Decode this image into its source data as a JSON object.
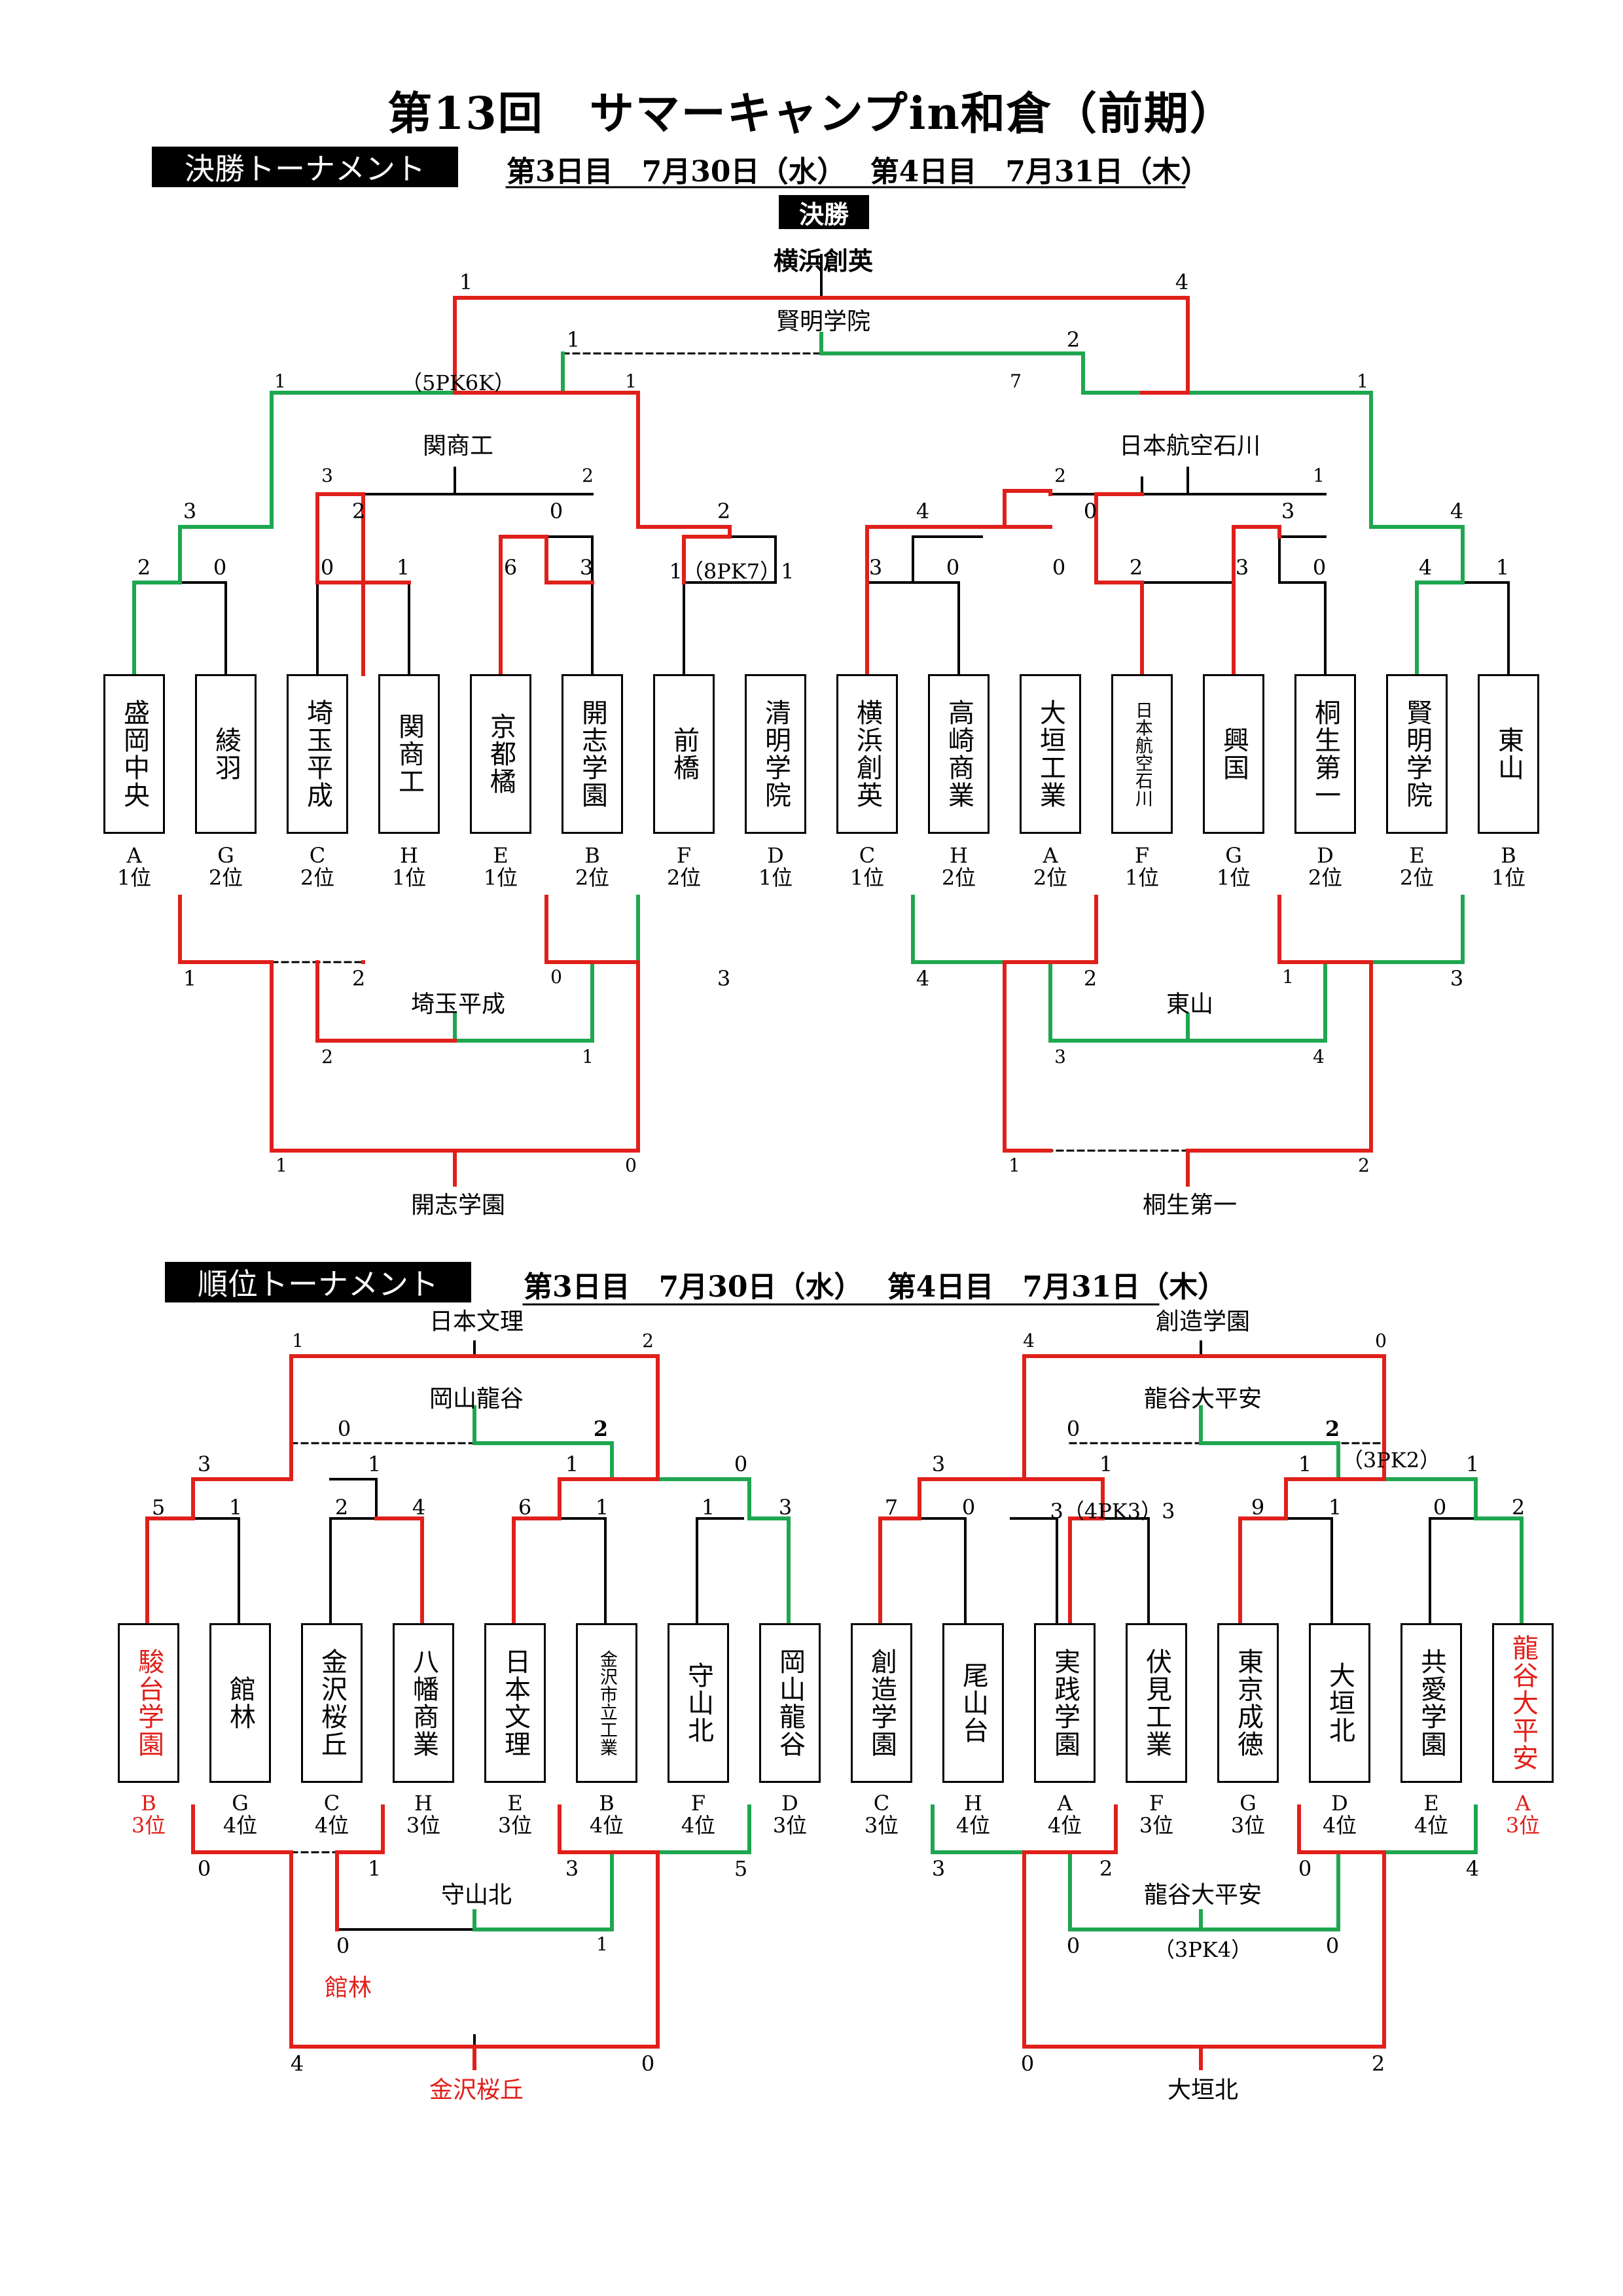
{
  "title": "第13回　サマーキャンプin和倉（前期）",
  "finals": {
    "label": "決勝トーナメント",
    "dates": "第3日目　7月30日（水）　 第4日目　7月31日（木）",
    "final_label": "決勝",
    "teams": [
      {
        "name": "盛岡中央",
        "seed": [
          "A",
          "1位"
        ]
      },
      {
        "name": "綾羽",
        "seed": [
          "G",
          "2位"
        ]
      },
      {
        "name": "埼玉平成",
        "seed": [
          "C",
          "2位"
        ]
      },
      {
        "name": "関商工",
        "seed": [
          "H",
          "1位"
        ]
      },
      {
        "name": "京都橘",
        "seed": [
          "E",
          "1位"
        ]
      },
      {
        "name": "開志学園",
        "seed": [
          "B",
          "2位"
        ]
      },
      {
        "name": "前橋",
        "seed": [
          "F",
          "2位"
        ]
      },
      {
        "name": "清明学院",
        "seed": [
          "D",
          "1位"
        ]
      },
      {
        "name": "横浜創英",
        "seed": [
          "C",
          "1位"
        ]
      },
      {
        "name": "高崎商業",
        "seed": [
          "H",
          "2位"
        ]
      },
      {
        "name": "大垣工業",
        "seed": [
          "A",
          "2位"
        ]
      },
      {
        "name": "日本航空石川",
        "seed": [
          "F",
          "1位"
        ]
      },
      {
        "name": "興国",
        "seed": [
          "G",
          "1位"
        ]
      },
      {
        "name": "桐生第一",
        "seed": [
          "D",
          "2位"
        ]
      },
      {
        "name": "賢明学院",
        "seed": [
          "E",
          "2位"
        ]
      },
      {
        "name": "東山",
        "seed": [
          "B",
          "1位"
        ]
      }
    ],
    "scores_r1": [
      "2",
      "0",
      "0",
      "1",
      "6",
      "3",
      "1（8PK7）1",
      "3",
      "0",
      "0",
      "2",
      "3",
      "0",
      "4",
      "1"
    ],
    "scores_r2": [
      "3",
      "2",
      "0",
      "2",
      "4",
      "0",
      "3",
      "4"
    ],
    "scores_r2_sub": [
      "3",
      "2",
      "2",
      "1"
    ],
    "scores_qf": [
      "1",
      "（5PK6K）",
      "1",
      "7",
      "1"
    ],
    "winners": {
      "semi_left": "関商工",
      "semi_right": "日本航空石川",
      "third_place": "賢明学院",
      "champion": "横浜創英",
      "consol_left_1": "埼玉平成",
      "consol_left_2": "開志学園",
      "consol_right_1": "東山",
      "consol_right_2": "桐生第一"
    },
    "scores_top": [
      "1",
      "4",
      "1",
      "2"
    ],
    "scores_consol": [
      "1",
      "2",
      "0",
      "3",
      "2",
      "1",
      "1",
      "0",
      "4",
      "2",
      "1",
      "3",
      "3",
      "4",
      "1",
      "2"
    ]
  },
  "placement": {
    "label": "順位トーナメント",
    "dates": "第3日目　7月30日（水）　 第4日目　7月31日（木）",
    "teams": [
      {
        "name": "駿台学園",
        "seed": [
          "B",
          "3位"
        ],
        "red": true
      },
      {
        "name": "館林",
        "seed": [
          "G",
          "4位"
        ]
      },
      {
        "name": "金沢桜丘",
        "seed": [
          "C",
          "4位"
        ]
      },
      {
        "name": "八幡商業",
        "seed": [
          "H",
          "3位"
        ]
      },
      {
        "name": "日本文理",
        "seed": [
          "E",
          "3位"
        ]
      },
      {
        "name": "金沢市立工業",
        "seed": [
          "B",
          "4位"
        ]
      },
      {
        "name": "守山北",
        "seed": [
          "F",
          "4位"
        ]
      },
      {
        "name": "岡山龍谷",
        "seed": [
          "D",
          "3位"
        ]
      },
      {
        "name": "創造学園",
        "seed": [
          "C",
          "3位"
        ]
      },
      {
        "name": "尾山台",
        "seed": [
          "H",
          "4位"
        ]
      },
      {
        "name": "実践学園",
        "seed": [
          "A",
          "4位"
        ]
      },
      {
        "name": "伏見工業",
        "seed": [
          "F",
          "3位"
        ]
      },
      {
        "name": "東京成徳",
        "seed": [
          "G",
          "3位"
        ]
      },
      {
        "name": "大垣北",
        "seed": [
          "D",
          "4位"
        ]
      },
      {
        "name": "共愛学園",
        "seed": [
          "E",
          "4位"
        ]
      },
      {
        "name": "龍谷大平安",
        "seed": [
          "A",
          "3位"
        ],
        "red": true
      }
    ],
    "winners": {
      "left_top": "日本文理",
      "left_third": "岡山龍谷",
      "right_top": "創造学園",
      "right_third": "龍谷大平安",
      "consol_left_1": "守山北",
      "consol_left_2": "館林",
      "consol_left_3": "金沢桜丘",
      "consol_right_1": "龍谷大平安",
      "consol_right_pk": "（3PK4）",
      "consol_right_2": "大垣北"
    },
    "pk_right_r1": "3（4PK3）3",
    "pk_right_top": "（3PK2）"
  }
}
